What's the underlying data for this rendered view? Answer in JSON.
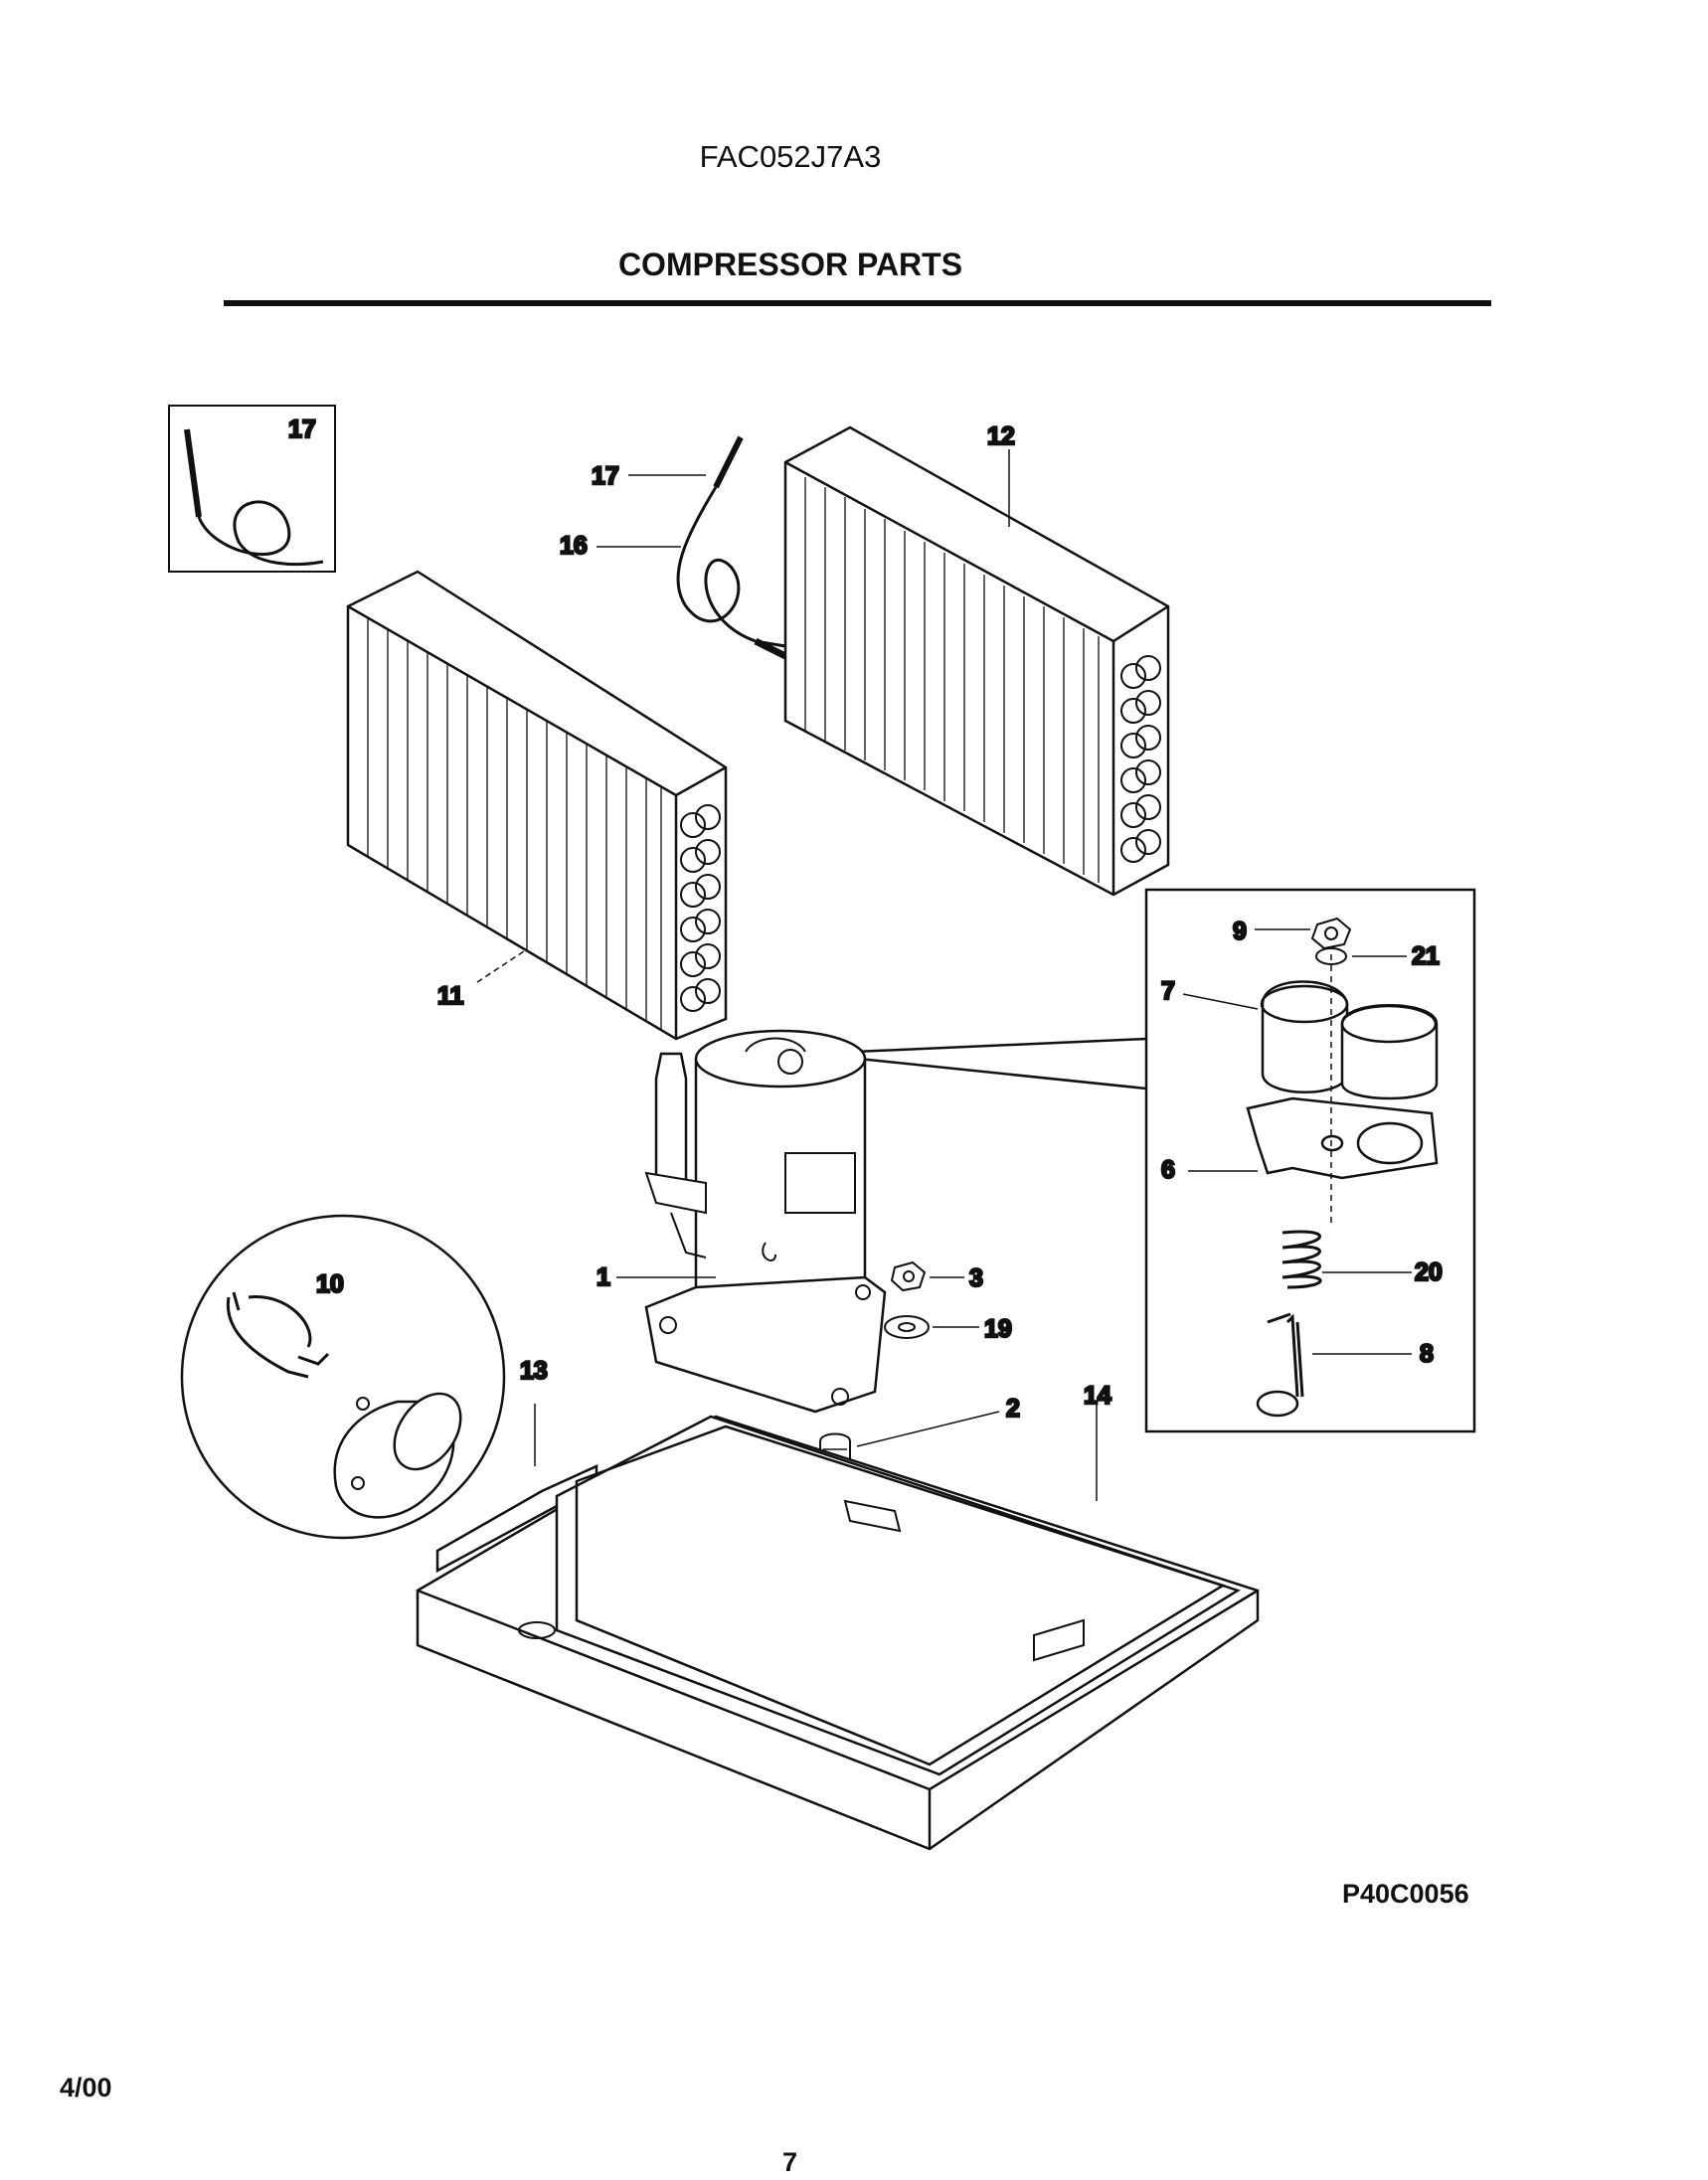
{
  "header": {
    "model_number": "FAC052J7A3",
    "section_title": "COMPRESSOR PARTS"
  },
  "diagram": {
    "callouts": {
      "c1": "1",
      "c2": "2",
      "c3": "3",
      "c6": "6",
      "c7": "7",
      "c8": "8",
      "c9": "9",
      "c10": "10",
      "c11": "11",
      "c12": "12",
      "c13": "13",
      "c14": "14",
      "c16": "16",
      "c17_inset": "17",
      "c17": "17",
      "c19": "19",
      "c20": "20",
      "c21": "21"
    }
  },
  "footer": {
    "drawing_code": "P40C0056",
    "date": "4/00",
    "page_number": "7"
  }
}
